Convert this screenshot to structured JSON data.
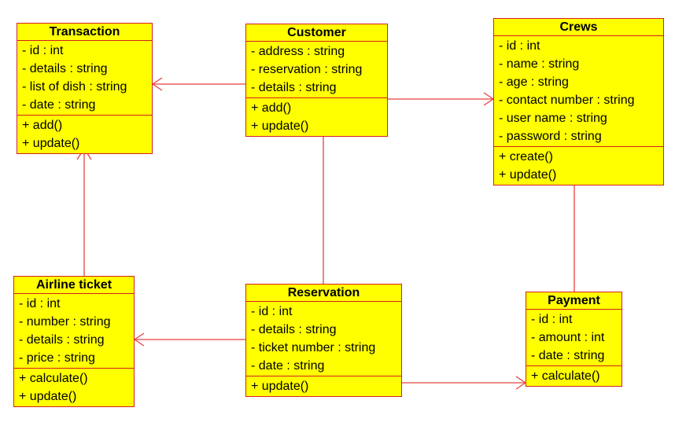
{
  "colors": {
    "class_fill": "#ffff00",
    "border": "#d42020",
    "line": "#e84040",
    "text": "#000000"
  },
  "classes": {
    "transaction": {
      "name": "Transaction",
      "attributes": [
        "- id : int",
        "- details : string",
        "- list of dish : string",
        "- date : string"
      ],
      "methods": [
        "+ add()",
        "+ update()"
      ]
    },
    "customer": {
      "name": "Customer",
      "attributes": [
        "- address : string",
        "- reservation : string",
        "- details : string"
      ],
      "methods": [
        "+ add()",
        "+ update()"
      ]
    },
    "crews": {
      "name": "Crews",
      "attributes": [
        "- id : int",
        "- name : string",
        "- age : string",
        "- contact number : string",
        "- user name : string",
        "- password : string"
      ],
      "methods": [
        "+ create()",
        "+ update()"
      ]
    },
    "airline_ticket": {
      "name": "Airline ticket",
      "attributes": [
        "- id : int",
        "- number : string",
        "- details : string",
        "- price : string"
      ],
      "methods": [
        "+ calculate()",
        "+ update()"
      ]
    },
    "reservation": {
      "name": "Reservation",
      "attributes": [
        "- id : int",
        "- details : string",
        "- ticket number : string",
        "- date : string"
      ],
      "methods": [
        "+ update()"
      ]
    },
    "payment": {
      "name": "Payment",
      "attributes": [
        "- id : int",
        "- amount : int",
        "- date : string"
      ],
      "methods": [
        "+ calculate()"
      ]
    }
  },
  "associations": [
    {
      "from": "Customer",
      "to": "Transaction",
      "arrow": "open"
    },
    {
      "from": "Customer",
      "to": "Crews",
      "arrow": "open"
    },
    {
      "from": "Customer",
      "to": "Reservation",
      "arrow": "none"
    },
    {
      "from": "Airline ticket",
      "to": "Transaction",
      "arrow": "open"
    },
    {
      "from": "Reservation",
      "to": "Airline ticket",
      "arrow": "open"
    },
    {
      "from": "Reservation",
      "to": "Payment",
      "arrow": "open"
    },
    {
      "from": "Crews",
      "to": "Payment",
      "arrow": "none"
    }
  ]
}
